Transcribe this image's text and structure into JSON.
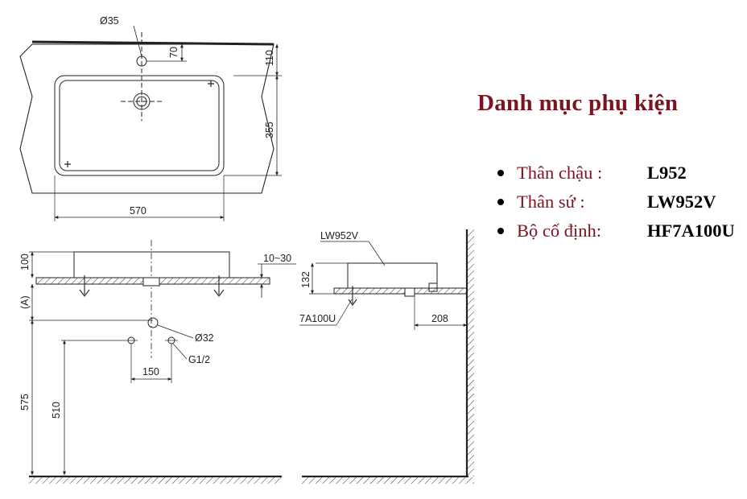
{
  "heading": "Danh mục phụ kiện",
  "colors": {
    "heading": "#7a1420",
    "value": "#000000",
    "line": "#222222"
  },
  "parts": [
    {
      "label": "Thân chậu :",
      "value": "L952"
    },
    {
      "label": "Thân sứ :",
      "value": "LW952V"
    },
    {
      "label": "Bộ cố định:",
      "value": "HF7A100U"
    }
  ],
  "drawing": {
    "top_view": {
      "hole_dia": "Ø35",
      "hole_offset": "70",
      "top_margin": "110",
      "depth": "355",
      "width": "570"
    },
    "front_view": {
      "height": "100",
      "counter_thickness": "10~30",
      "a_label": "(A)",
      "drain_dia": "Ø32",
      "supply": "G1/2",
      "supply_spacing": "150",
      "floor_to_counter": "575",
      "floor_to_supply": "510"
    },
    "side_view": {
      "model": "LW952V",
      "height": "132",
      "fixing_kit": "7A100U",
      "wall_distance": "208"
    }
  }
}
